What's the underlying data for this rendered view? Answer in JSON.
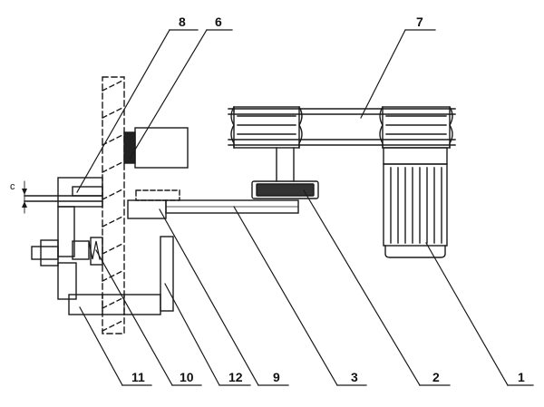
{
  "callouts": {
    "c1": "1",
    "c2": "2",
    "c3": "3",
    "c6": "6",
    "c7": "7",
    "c8": "8",
    "c9": "9",
    "c10": "10",
    "c11": "11",
    "c12": "12"
  },
  "dimension_label": "c",
  "colors": {
    "ink": "#1a1a1a",
    "background": "#ffffff"
  }
}
